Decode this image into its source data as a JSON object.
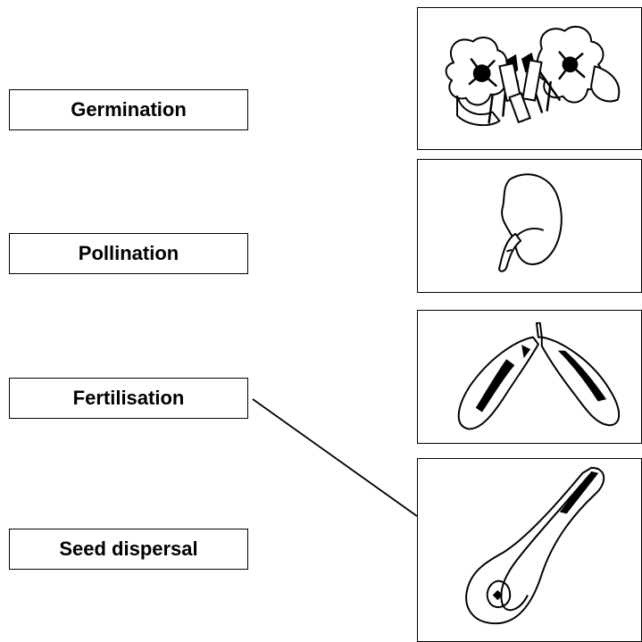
{
  "labels": [
    {
      "text": "Germination"
    },
    {
      "text": "Pollination"
    },
    {
      "text": "Fertilisation"
    },
    {
      "text": "Seed dispersal"
    }
  ],
  "pictures": [
    {
      "icon": "flower-icon"
    },
    {
      "icon": "seed-germinating-icon"
    },
    {
      "icon": "winged-seed-icon"
    },
    {
      "icon": "ovule-pollen-tube-icon"
    }
  ],
  "connection": {
    "from": "Fertilisation",
    "to": "ovule-pollen-tube-icon"
  },
  "colors": {
    "ink": "#000000",
    "background": "#ffffff"
  }
}
